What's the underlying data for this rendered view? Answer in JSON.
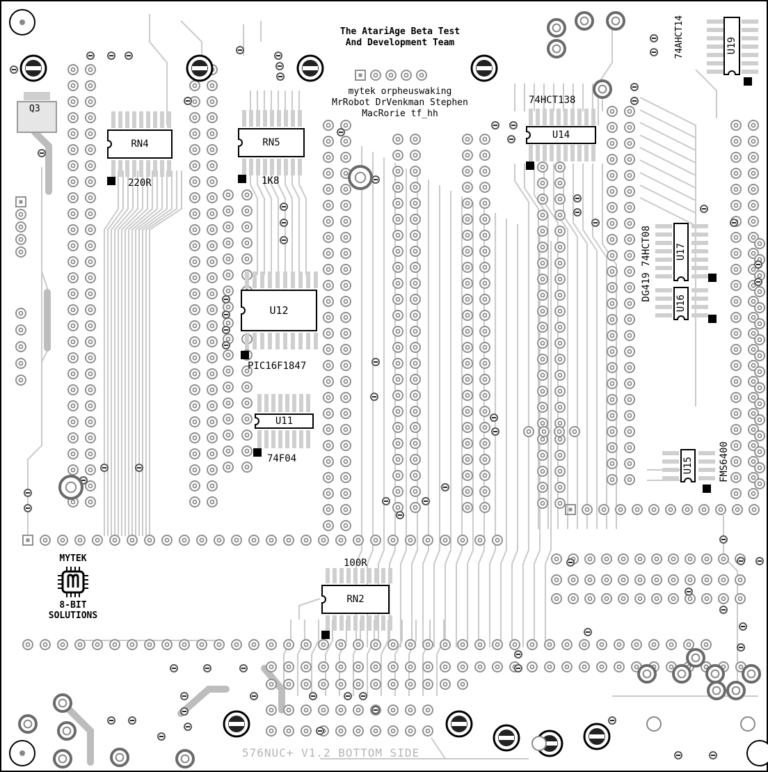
{
  "board": {
    "title_line1": "The AtariAge Beta Test",
    "title_line2": "And Development Team",
    "credits_line1": "mytek orpheuswaking",
    "credits_line2": "MrRobot DrVenkman Stephen",
    "credits_line3": "MacRorie tf_hh",
    "footer": "576NUC+ V1.2 BOTTOM SIDE"
  },
  "logo": {
    "top": "MYTEK",
    "bottom1": "8-BIT",
    "bottom2": "SOLUTIONS"
  },
  "components": {
    "q3": "Q3",
    "rn4": "RN4",
    "rn4_value": "220R",
    "rn5": "RN5",
    "rn5_value": "1K8",
    "u12": "U12",
    "u12_part": "PIC16F1847",
    "u11": "U11",
    "u11_part": "74F04",
    "u14": "U14",
    "u14_part": "74HCT138",
    "u19": "U19",
    "u19_part": "74AHCT14",
    "u17": "U17",
    "u16": "U16",
    "u16_u17_part": "DG419 74HCT08",
    "u15": "U15",
    "u15_part": "FMS6400",
    "rn2": "RN2",
    "rn2_value": "100R"
  },
  "colors": {
    "trace": "#c8c8c8",
    "pad": "#8f8f8f",
    "silkscreen": "#000000",
    "footer_text": "#b5b5b5"
  }
}
